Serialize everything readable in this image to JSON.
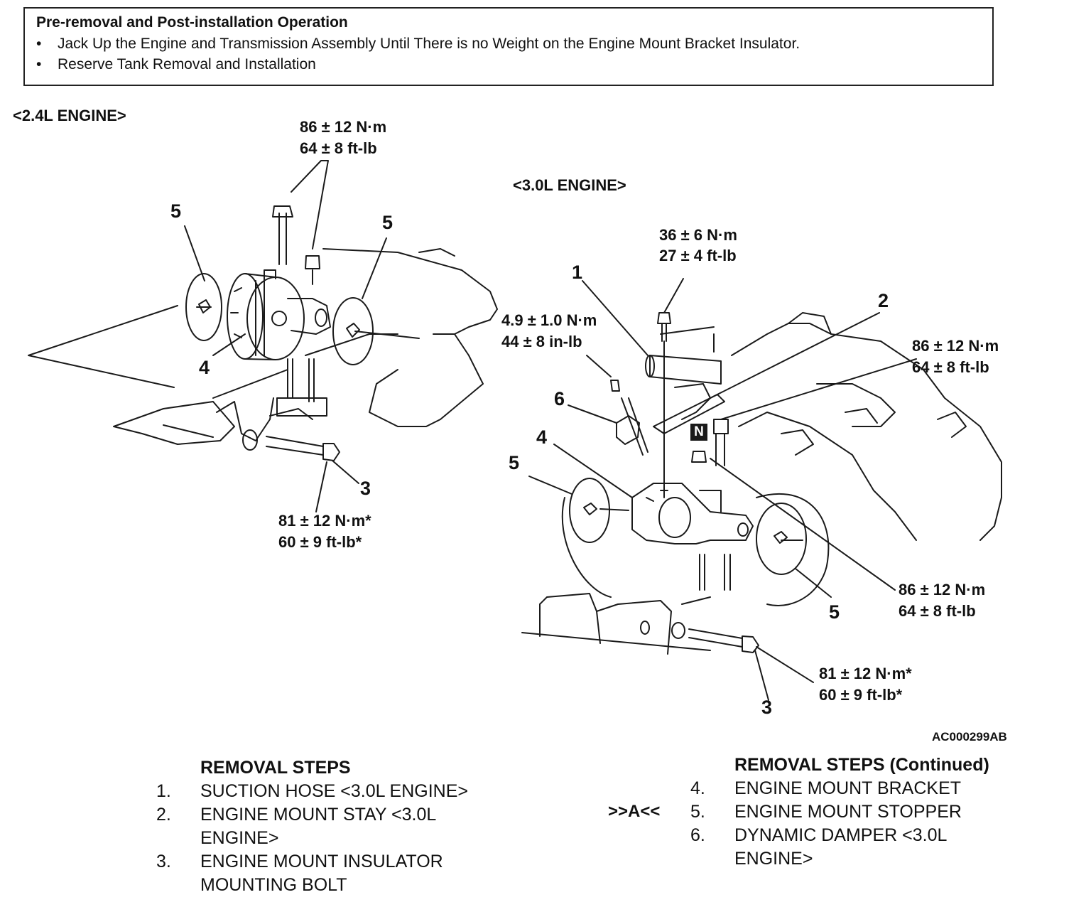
{
  "note": {
    "title": "Pre-removal and Post-installation Operation",
    "items": [
      "Jack Up the Engine and Transmission Assembly Until There is no Weight on the Engine Mount Bracket Insulator.",
      "Reserve Tank Removal and Installation"
    ]
  },
  "bullet_char": "•",
  "engine24": {
    "title": "<2.4L ENGINE>",
    "torque_top": [
      "86 ± 12 N·m",
      "64 ± 8 ft-lb"
    ],
    "torque_bolt": [
      "81 ± 12 N·m*",
      "60 ± 9 ft-lb*"
    ],
    "callouts": [
      "5",
      "5",
      "4",
      "3"
    ]
  },
  "engine30": {
    "title": "<3.0L ENGINE>",
    "torque_stay": [
      "36 ± 6 N·m",
      "27 ± 4 ft-lb"
    ],
    "torque_damper": [
      "4.9 ± 1.0 N·m",
      "44 ± 8 in-lb"
    ],
    "torque_right_top": [
      "86 ± 12 N·m",
      "64 ± 8 ft-lb"
    ],
    "torque_right_low": [
      "86 ± 12 N·m",
      "64 ± 8 ft-lb"
    ],
    "torque_bolt": [
      "81 ± 12 N·m*",
      "60 ± 9 ft-lb*"
    ],
    "callouts": [
      "1",
      "2",
      "6",
      "4",
      "5",
      "5",
      "3"
    ],
    "n_badge": "N"
  },
  "figure_code": "AC000299AB",
  "removal": {
    "heading": "REMOVAL STEPS",
    "steps": [
      {
        "num": "1.",
        "lines": [
          "SUCTION HOSE <3.0L ENGINE>"
        ]
      },
      {
        "num": "2.",
        "lines": [
          "ENGINE MOUNT STAY <3.0L",
          "ENGINE>"
        ]
      },
      {
        "num": "3.",
        "lines": [
          "ENGINE MOUNT INSULATOR",
          "MOUNTING BOLT"
        ]
      }
    ]
  },
  "removal_cont": {
    "heading": "REMOVAL STEPS (Continued)",
    "marker": ">>A<<",
    "steps": [
      {
        "num": "4.",
        "lines": [
          "ENGINE MOUNT BRACKET"
        ]
      },
      {
        "num": "5.",
        "lines": [
          "ENGINE MOUNT STOPPER"
        ]
      },
      {
        "num": "6.",
        "lines": [
          "DYNAMIC DAMPER <3.0L",
          "ENGINE>"
        ]
      }
    ]
  }
}
